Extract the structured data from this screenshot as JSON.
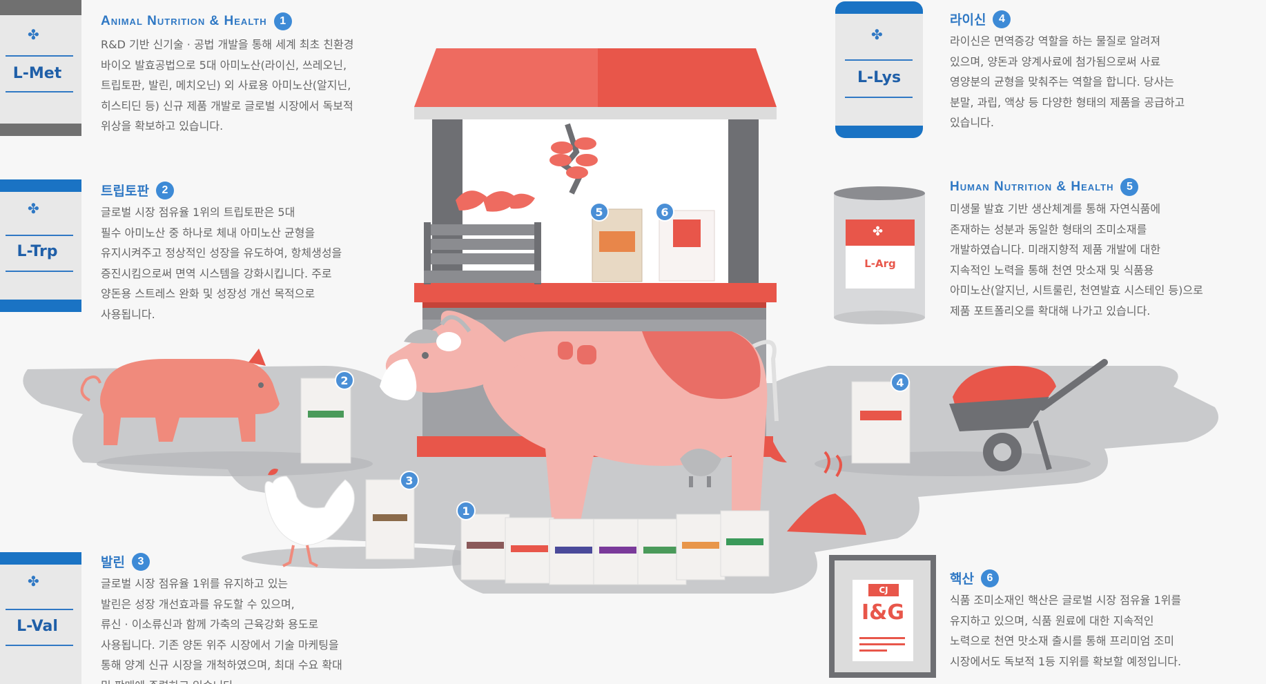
{
  "bags_left": [
    {
      "label": "L-Met",
      "color": "#707070"
    },
    {
      "label": "L-Trp",
      "color": "#1a73c4"
    },
    {
      "label": "L-Val",
      "color": "#1a73c4"
    }
  ],
  "bag_right": {
    "label": "L-Lys",
    "color": "#1a73c4"
  },
  "can": {
    "label": "L-Arg"
  },
  "ig_box": {
    "brand": "CJ",
    "label": "I&G"
  },
  "sections": {
    "s1": {
      "title": "Animal Nutrition & Health",
      "num": "1",
      "lines": [
        "R&D 기반 신기술 · 공법 개발을 통해 세계 최초 친환경",
        "바이오 발효공법으로 5대 아미노산(라이신, 쓰레오닌,",
        "트립토판, 발린, 메치오닌) 외 사료용 아미노산(알지닌,",
        "히스티딘 등) 신규 제품 개발로 글로벌 시장에서 독보적",
        "위상을 확보하고 있습니다."
      ]
    },
    "s2": {
      "title": "트립토판",
      "num": "2",
      "lines": [
        "글로벌 시장 점유율 1위의 트립토판은 5대",
        "필수 아미노산 중 하나로 체내 아미노산 균형을",
        "유지시켜주고 정상적인 성장을 유도하여, 항체생성을",
        "증진시킴으로써 면역 시스템을 강화시킵니다. 주로",
        "양돈용 스트레스 완화 및 성장성 개선 목적으로",
        "사용됩니다."
      ]
    },
    "s3": {
      "title": "발린",
      "num": "3",
      "lines": [
        "글로벌 시장 점유율 1위를 유지하고 있는",
        "발린은 성장 개선효과를 유도할 수 있으며,",
        "류신 · 이소류신과 함께 가축의 근육강화 용도로",
        "사용됩니다. 기존 양돈 위주 시장에서 기술 마케팅을",
        "통해 양계 신규 시장을 개척하였으며, 최대 수요 확대",
        "및 판매에 주력하고 있습니다."
      ]
    },
    "s4": {
      "title": "라이신",
      "num": "4",
      "lines": [
        "라이신은 면역증강 역할을 하는 물질로 알려져",
        "있으며, 양돈과 양계사료에 첨가됨으로써 사료",
        "영양분의 균형을 맞춰주는 역할을 합니다. 당사는",
        "분말, 과립, 액상 등 다양한 형태의 제품을 공급하고",
        "있습니다."
      ]
    },
    "s5": {
      "title": "Human Nutrition & Health",
      "num": "5",
      "lines": [
        "미생물 발효 기반 생산체계를 통해 자연식품에",
        "존재하는 성분과 동일한 형태의 조미소재를",
        "개발하였습니다. 미래지향적 제품 개발에 대한",
        "지속적인 노력을 통해 천연 맛소재 및 식품용",
        "아미노산(알지닌, 시트룰린, 천연발효 시스테인 등)으로",
        "제품 포트폴리오를 확대해 나가고 있습니다."
      ]
    },
    "s6": {
      "title": "핵산",
      "num": "6",
      "lines": [
        "식품 조미소재인 핵산은 글로벌 시장 점유율 1위를",
        "유지하고 있으며, 식품 원료에 대한 지속적인",
        "노력으로 천연 맛소재 출시를 통해 프리미엄 조미",
        "시장에서도 독보적 1등 지위를 확보할 예정입니다."
      ]
    }
  },
  "badges": {
    "b1": "1",
    "b2": "2",
    "b3": "3",
    "b4": "4",
    "b5": "5",
    "b6": "6"
  },
  "colors": {
    "accent": "#2f78c4",
    "red": "#e8564a",
    "pink": "#f4b3ad",
    "gray": "#c8c9cb"
  }
}
